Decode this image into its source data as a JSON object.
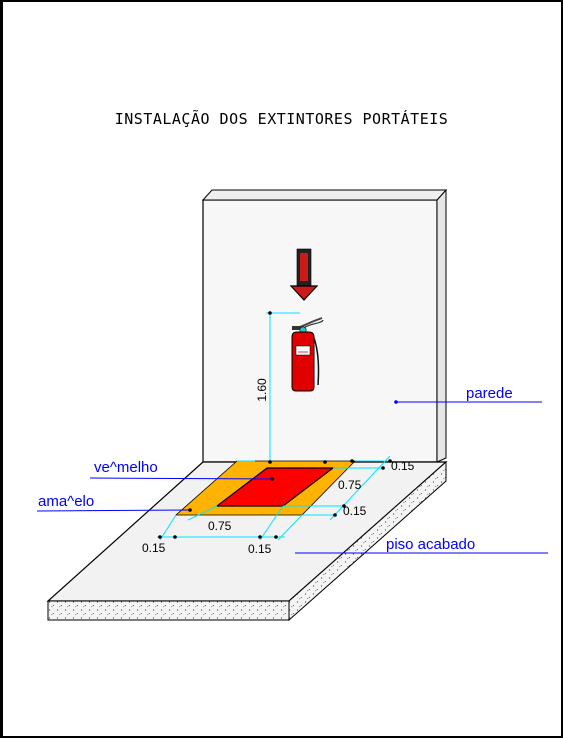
{
  "title": "INSTALAÇÃO DOS EXTINTORES PORTÁTEIS",
  "labels": {
    "wall": "parede",
    "floor": "piso acabado",
    "red": "ve^melho",
    "yellow": "ama^elo"
  },
  "dimensions": {
    "height": "1.60",
    "side_right": "0.75",
    "side_bottom": "0.75",
    "border_a": "0.15",
    "border_b": "0.15",
    "border_c": "0.15",
    "border_d": "0.15"
  },
  "colors": {
    "outline": "#000000",
    "dimension_line": "#00e5ff",
    "label_line": "#0000ff",
    "yellow": "#ffb300",
    "red": "#ff0000",
    "extinguisher": "#e00000",
    "floor_texture": "#d8d8d8",
    "wall": "#f0f0f0"
  },
  "icons": [
    "fire-extinguisher-icon",
    "down-arrow-sign-icon"
  ]
}
